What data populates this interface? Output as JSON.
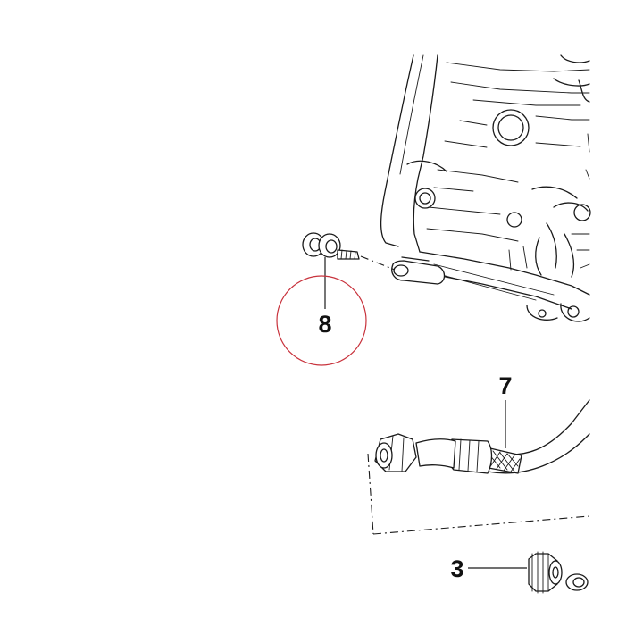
{
  "callouts": {
    "part_8": "8",
    "part_7": "7",
    "part_3": "3"
  },
  "highlight": {
    "target": "part_8",
    "color": "#c8323c"
  }
}
